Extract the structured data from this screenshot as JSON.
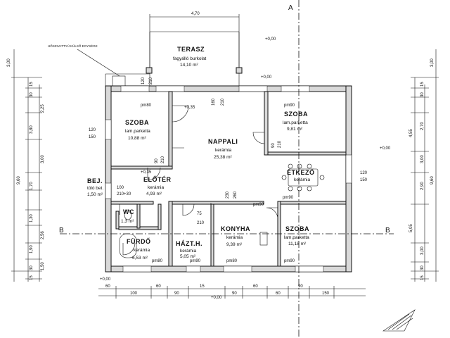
{
  "rooms": {
    "terasz": {
      "name": "TERASZ",
      "material": "fagyálló burkolat",
      "area": "14,10 m²"
    },
    "szoba1": {
      "name": "SZOBA",
      "material": "lam.parketta",
      "area": "10,88 m²"
    },
    "nappali": {
      "name": "NAPPALI",
      "material": "kerámia",
      "area": "25,38 m²"
    },
    "szoba2": {
      "name": "SZOBA",
      "material": "lam.parketta",
      "area": "9,81 m²"
    },
    "etkezo": {
      "name": "ÉTKEZŐ",
      "material": "kerámia"
    },
    "eloter": {
      "name": "ELŐTÉR",
      "material": "kerámia",
      "area": "4,93 m²"
    },
    "bej": {
      "name": "BEJ.",
      "material": "tóló bet.",
      "area": "1,50 m²"
    },
    "wc": {
      "name": "WC",
      "area": "1,3 m²"
    },
    "furdo": {
      "name": "FÜRDŐ",
      "material": "kerámia",
      "area": "6,53 m²"
    },
    "hazt": {
      "name": "HÁZT.H.",
      "material": "kerámia",
      "area": "5,05 m²"
    },
    "konyha": {
      "name": "KONYHA",
      "material": "kerámia",
      "area": "9,39 m²"
    },
    "szoba3": {
      "name": "SZOBA",
      "material": "lam.parketta",
      "area": "11,18 m²"
    }
  },
  "notes": {
    "external_unit": "HŐSZIVATTYÚ KÜLSŐ EGYSÉGE"
  },
  "section_marks": {
    "a": "A",
    "b_left": "B",
    "b_right": "B"
  },
  "levels": {
    "l1": "+0,00",
    "l2": "+0,35",
    "l3": "+0,35",
    "l4": "+0,00",
    "l5": "+0,00",
    "l6": "+0,00",
    "l7": "+0,00"
  },
  "dims": {
    "top": "4,70",
    "pm80_1": "pm80",
    "pm90_1": "pm90",
    "pm90_2": "pm90",
    "pm90_3": "pm90",
    "pm80_2": "pm80",
    "pm80_3": "pm80",
    "pm90_4": "pm90",
    "pm90_5": "pm90",
    "d120a": "120",
    "d150a": "150",
    "d120b": "120",
    "d150b": "150",
    "d100": "100",
    "d210_30": "210+30",
    "d90a": "90",
    "d210a": "210",
    "d90b": "90",
    "d210b": "210",
    "d160": "160",
    "d210c": "210",
    "d230": "230",
    "d260": "260",
    "d75": "75",
    "d210d": "210",
    "d120c": "120",
    "d210e": "210",
    "b60a": "60",
    "b100": "100",
    "b60b": "60",
    "b90a": "90",
    "b15": "15",
    "b90b": "90",
    "b60c": "60",
    "b60d": "60",
    "b90c": "90",
    "b150": "150"
  },
  "side_dims": {
    "left": [
      "3,00",
      "15",
      "30",
      "2,25",
      "3,80",
      "3,00",
      "9,60",
      "1,70",
      "1,30",
      "2,56",
      "1,90",
      "1,50",
      "30",
      "15"
    ],
    "right": [
      "3,00",
      "15",
      "30",
      "2,70",
      "4,55",
      "3,00",
      "9,60",
      "2,90",
      "5,05",
      "3,00",
      "30",
      "15"
    ]
  }
}
